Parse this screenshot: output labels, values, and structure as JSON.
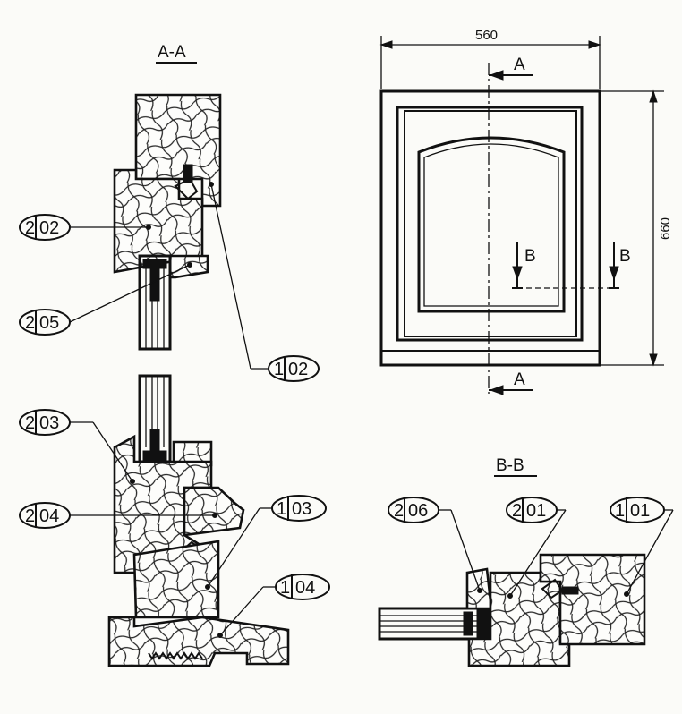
{
  "section_titles": {
    "aa": "A-A",
    "bb": "B-B"
  },
  "dimensions": {
    "width": "560",
    "height": "660"
  },
  "cut_markers": {
    "a_top": "A",
    "a_bottom": "A",
    "b_left": "B",
    "b_right": "B"
  },
  "part_callouts": [
    {
      "id": "202",
      "prefix": "2",
      "suffix": "02"
    },
    {
      "id": "205",
      "prefix": "2",
      "suffix": "05"
    },
    {
      "id": "102",
      "prefix": "1",
      "suffix": "02"
    },
    {
      "id": "203",
      "prefix": "2",
      "suffix": "03"
    },
    {
      "id": "204",
      "prefix": "2",
      "suffix": "04"
    },
    {
      "id": "103",
      "prefix": "1",
      "suffix": "03"
    },
    {
      "id": "104",
      "prefix": "1",
      "suffix": "04"
    },
    {
      "id": "206",
      "prefix": "2",
      "suffix": "06"
    },
    {
      "id": "201",
      "prefix": "2",
      "suffix": "01"
    },
    {
      "id": "101",
      "prefix": "1",
      "suffix": "01"
    }
  ],
  "colors": {
    "ink": "#111111",
    "paper": "#fbfbf8"
  }
}
